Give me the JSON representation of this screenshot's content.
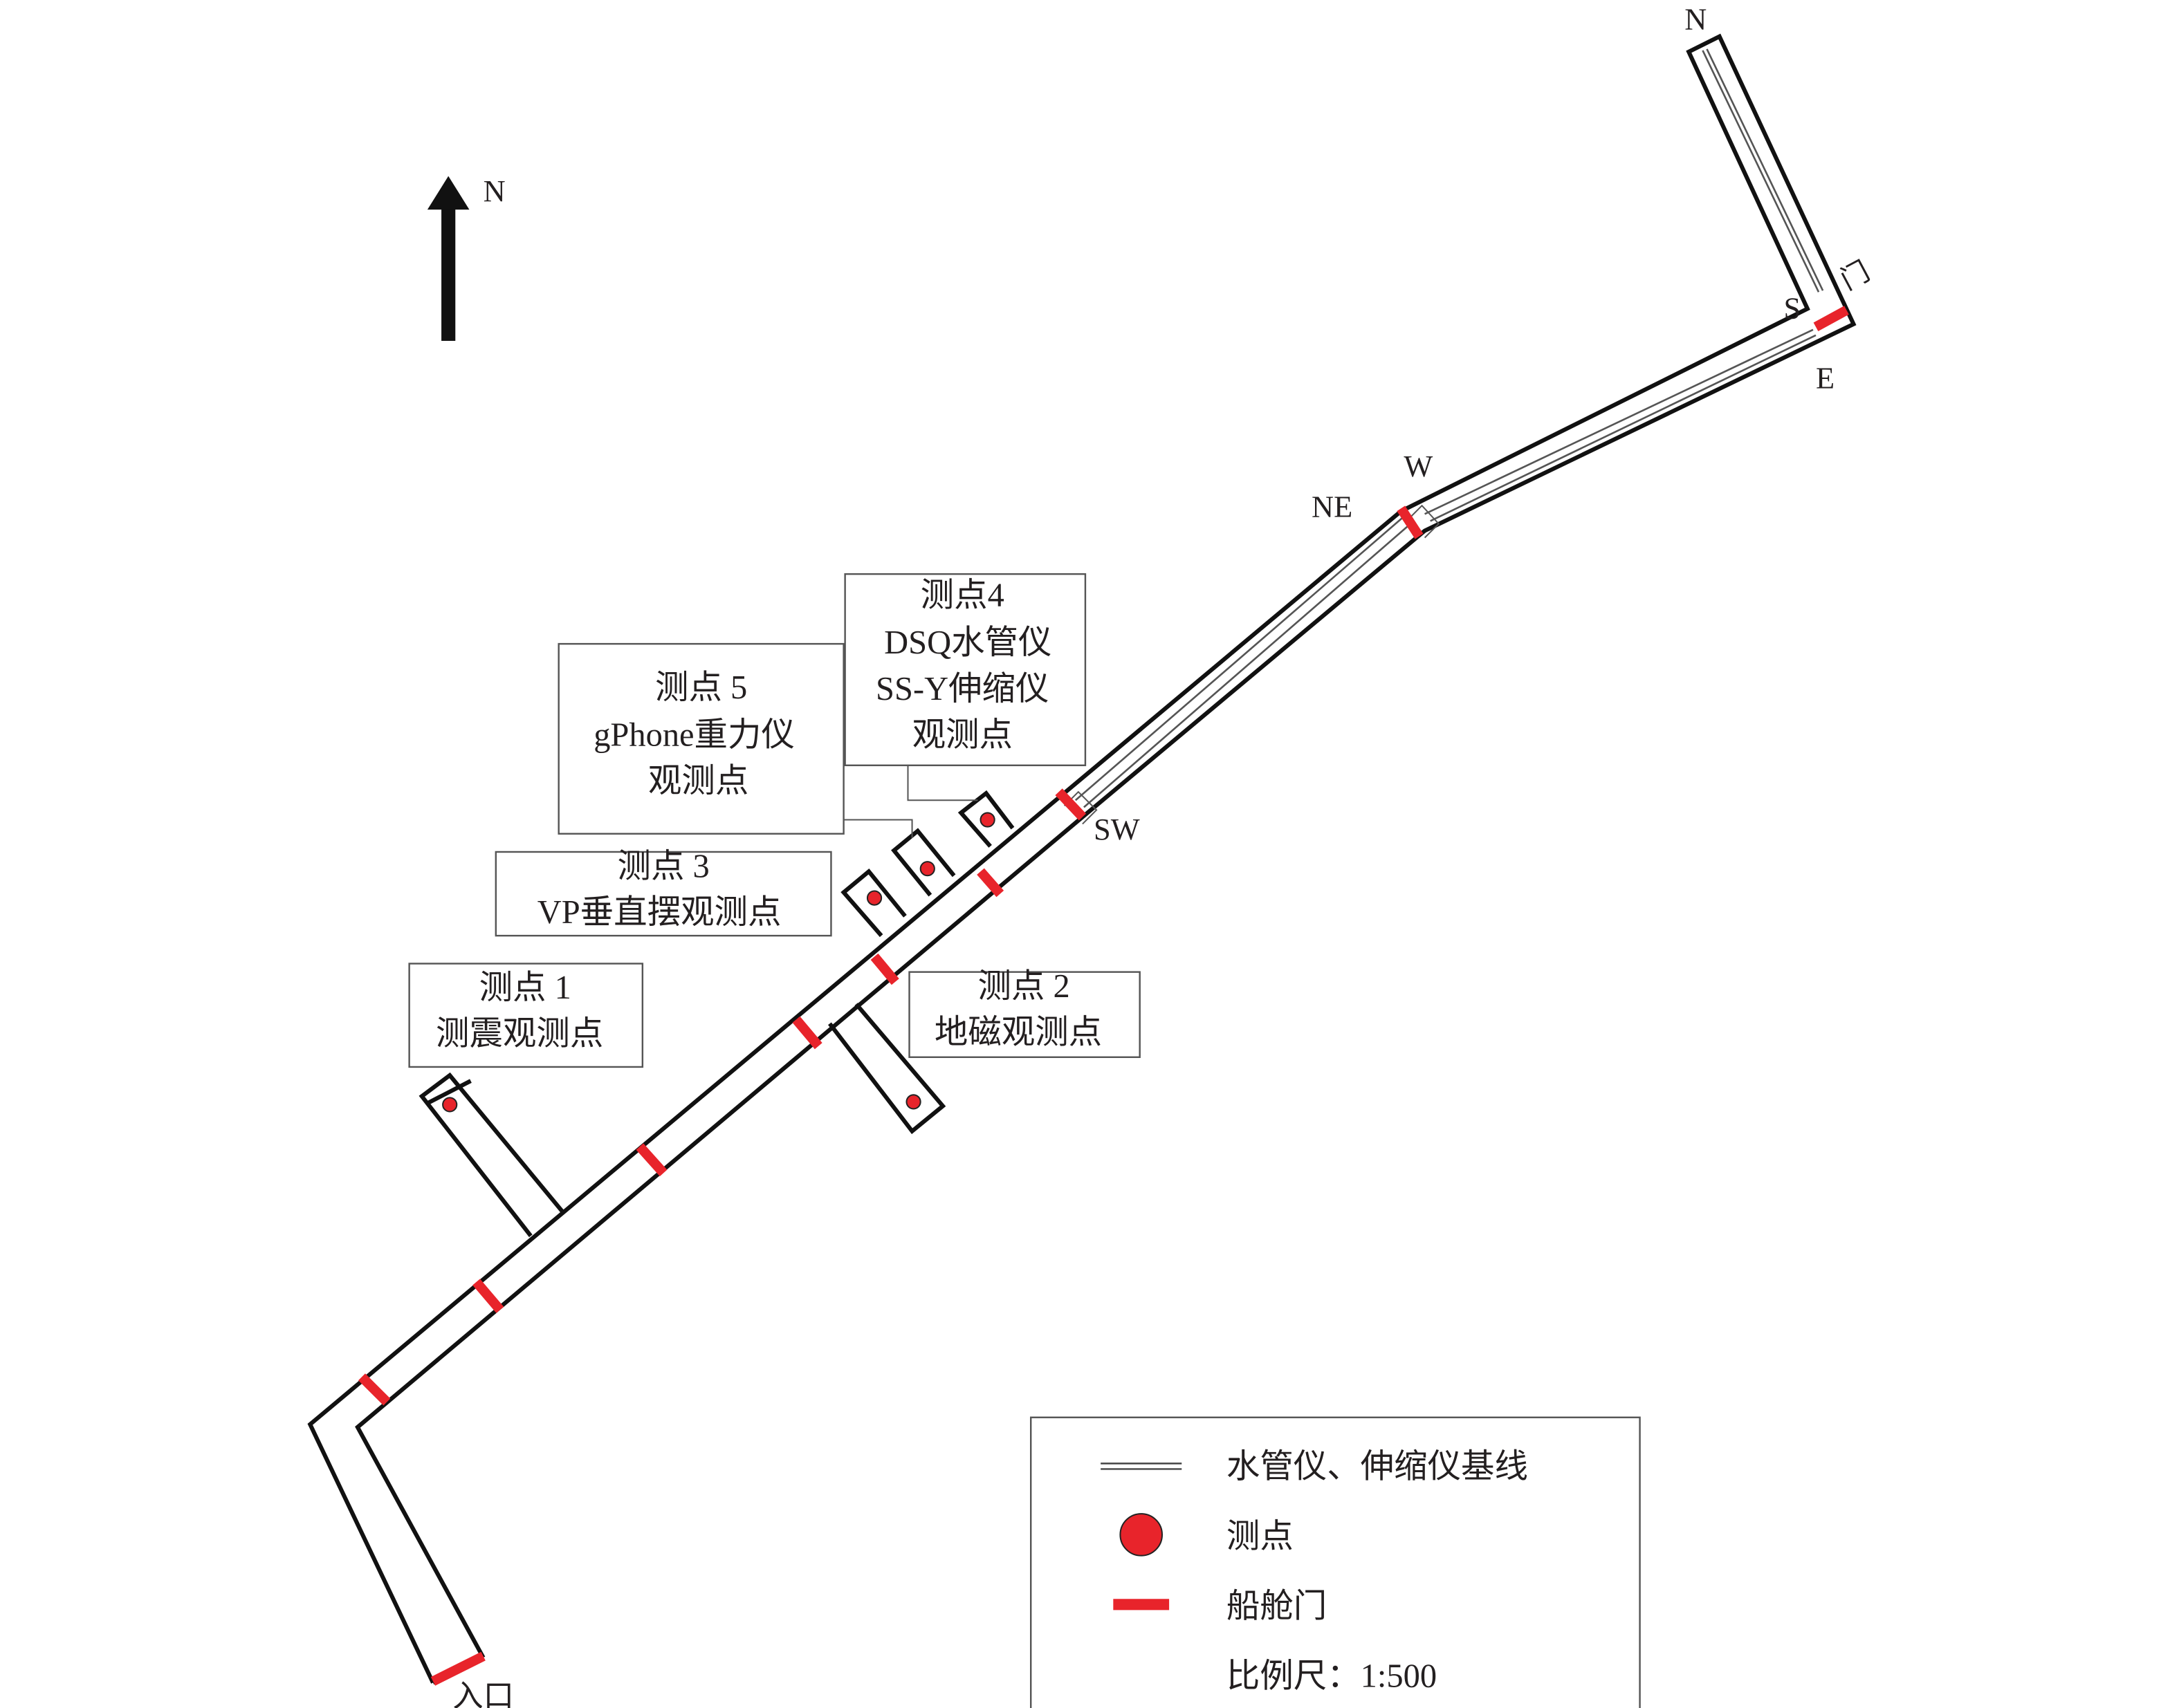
{
  "compass": {
    "north_label": "N"
  },
  "tunnel_labels": {
    "north_end": "N",
    "south": "S",
    "door_char": "门",
    "east": "E",
    "west": "W",
    "northeast": "NE",
    "southwest": "SW",
    "entrance": "入口"
  },
  "stations": [
    {
      "id": 1,
      "lines": [
        "测点 1",
        "测震观测点"
      ]
    },
    {
      "id": 2,
      "lines": [
        "测点 2",
        "地磁观测点"
      ]
    },
    {
      "id": 3,
      "lines": [
        "测点 3",
        "VP垂直摆观测点"
      ]
    },
    {
      "id": 4,
      "lines": [
        "测点4",
        "DSQ水管仪",
        "SS-Y伸缩仪",
        "观测点"
      ]
    },
    {
      "id": 5,
      "lines": [
        "测点 5",
        "gPhone重力仪",
        "观测点"
      ]
    }
  ],
  "legend": {
    "baseline_label": "水管仪、伸缩仪基线",
    "station_label": "测点",
    "door_label": "船舱门",
    "scale_label": "比例尺：1:500"
  },
  "colors": {
    "door": "#e8242b",
    "station": "#e8242b",
    "wall": "#111111"
  }
}
